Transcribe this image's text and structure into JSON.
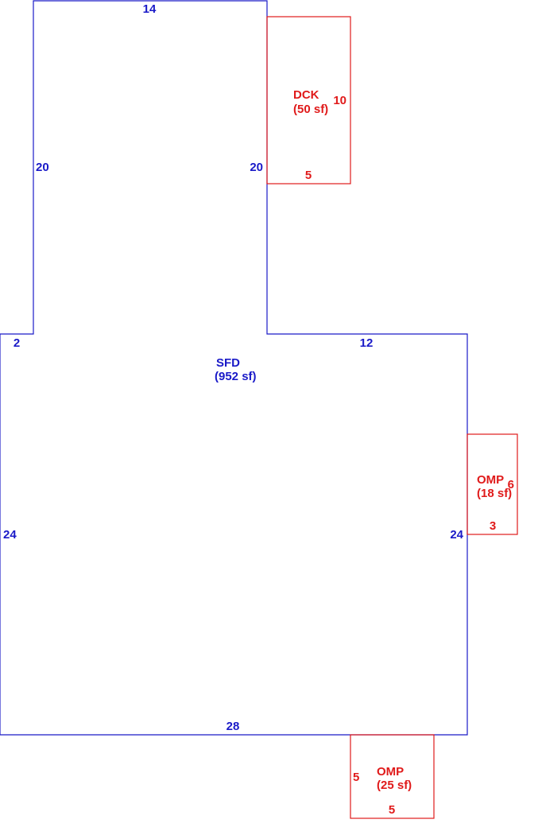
{
  "colors": {
    "main": "#1a1ac8",
    "addition": "#e01a1a",
    "background": "#ffffff"
  },
  "areas": [
    {
      "id": "sfd",
      "code": "SFD",
      "area": "(952 sf)",
      "color": "main"
    },
    {
      "id": "dck",
      "code": "DCK",
      "area": "(50 sf)",
      "color": "addition"
    },
    {
      "id": "omp_right",
      "code": "OMP",
      "area": "(18 sf)",
      "color": "addition"
    },
    {
      "id": "omp_bottom",
      "code": "OMP",
      "area": "(25 sf)",
      "color": "addition"
    }
  ],
  "dimensions": {
    "sfd_top": "14",
    "sfd_upper_left": "20",
    "sfd_upper_right": "20",
    "sfd_step_left": "2",
    "sfd_step_right": "12",
    "sfd_lower_left": "24",
    "sfd_lower_right": "24",
    "sfd_bottom": "28",
    "dck_side": "10",
    "dck_bottom": "5",
    "omp_right_side": "6",
    "omp_right_bottom": "3",
    "omp_bottom_side": "5",
    "omp_bottom_bottom": "5"
  }
}
